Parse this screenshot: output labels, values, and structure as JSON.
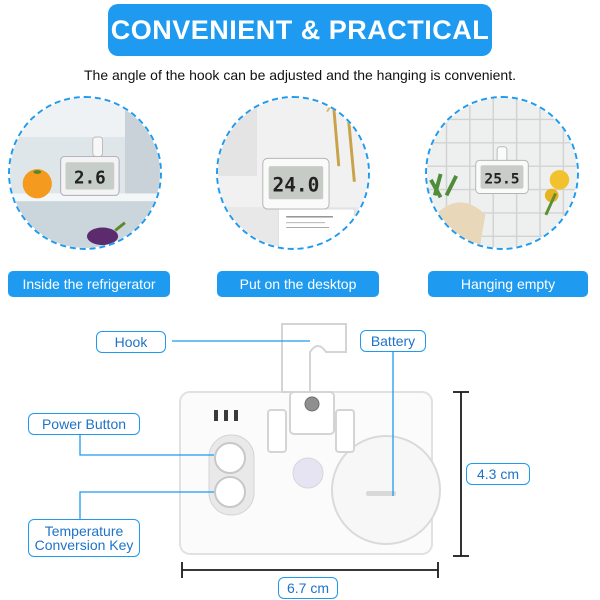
{
  "header": {
    "title": "CONVENIENT & PRACTICAL",
    "subtitle": "The angle of the hook can be adjusted and the hanging is convenient."
  },
  "scenes": [
    {
      "caption": "Inside the refrigerator",
      "display": "2.6"
    },
    {
      "caption": "Put on the desktop",
      "display": "24.0"
    },
    {
      "caption": "Hanging empty",
      "display": "25.5"
    }
  ],
  "callouts": {
    "hook": "Hook",
    "battery": "Battery",
    "power_button": "Power Button",
    "temperature_key_line1": "Temperature",
    "temperature_key_line2": "Conversion Key"
  },
  "dimensions": {
    "width": "6.7 cm",
    "height": "4.3 cm"
  },
  "colors": {
    "accent": "#1e9bf0",
    "label_text": "#1e73c8"
  }
}
